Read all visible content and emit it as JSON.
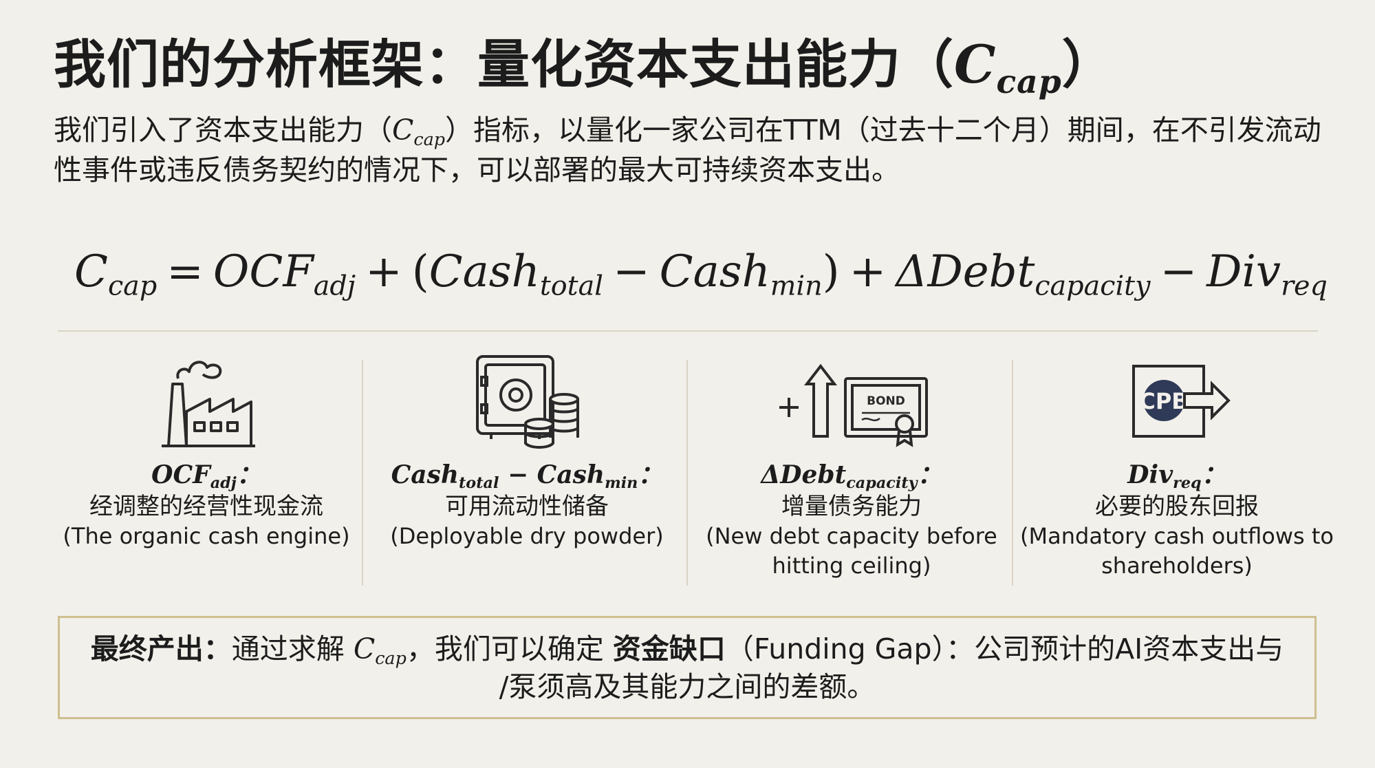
{
  "title": {
    "text": "我们的分析框架：量化资本支出能力（",
    "var": "C",
    "sub": "cap",
    "close": "）"
  },
  "intro": {
    "part1": "我们引入了资本支出能力（",
    "var": "C",
    "sub": "cap",
    "part2": "）指标，以量化一家公司在TTM（过去十二个月）期间，在不引发流动性事件或违反债务契约的情况下，可以部署的最大可持续资本支出。"
  },
  "formula": {
    "lhs": {
      "v": "C",
      "s": "cap"
    },
    "eq": "=",
    "t1": {
      "v": "OCF",
      "s": "adj"
    },
    "plus1": "+",
    "lparen": "(",
    "t2": {
      "v": "Cash",
      "s": "total"
    },
    "minus1": "−",
    "t3": {
      "v": "Cash",
      "s": "min"
    },
    "rparen": ")",
    "plus2": "+",
    "t4": {
      "v": "ΔDebt",
      "s": "capacity"
    },
    "minus2": "−",
    "t5": {
      "v": "Div",
      "s": "req"
    }
  },
  "components": [
    {
      "icon": "factory-icon",
      "lbl_a": "OCF",
      "sub_a": "adj",
      "colon": "：",
      "zh": "经调整的经营性现金流",
      "en": "(The organic cash engine)"
    },
    {
      "icon": "safe-coins-icon",
      "lbl_a": "Cash",
      "sub_a": "total",
      "mid": " − ",
      "lbl_b": "Cash",
      "sub_b": "min",
      "colon": "：",
      "zh": "可用流动性储备",
      "en": "(Deployable dry powder)"
    },
    {
      "icon": "bond-up-arrow-icon",
      "lbl_a": "ΔDebt",
      "sub_a": "capacity",
      "colon": "：",
      "zh": "增量债务能力",
      "en": "(New debt capacity before hitting ceiling)"
    },
    {
      "icon": "dividend-outflow-icon",
      "lbl_a": "Div",
      "sub_a": "req",
      "colon": "：",
      "zh": "必要的股东回报",
      "en": "(Mandatory cash outflows to shareholders)"
    }
  ],
  "icon_text": {
    "bond": "BOND",
    "cpb": "CPB"
  },
  "summary": {
    "label": "最终产出：",
    "p1": "通过求解 ",
    "var": "C",
    "sub": "cap",
    "p2": "，我们可以确定 ",
    "bold": "资金缺口",
    "p3": "（Funding Gap）：公司预计的AI资本支出与",
    "p4": "/泵须高及其能力之间的差额。"
  },
  "colors": {
    "background": "#f2f0ea",
    "text": "#1c1c1c",
    "box_border": "#cdbf8f",
    "divider": "#d9d4c6"
  }
}
